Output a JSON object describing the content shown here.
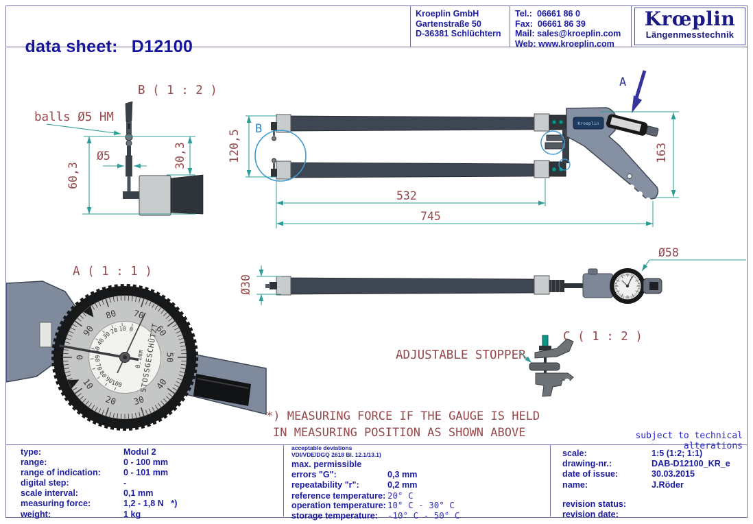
{
  "header": {
    "title_label": "data sheet:",
    "title_value": "D12100",
    "company": {
      "name": "Kroeplin GmbH",
      "street": "Gartenstraße 50",
      "city": "D-36381 Schlüchtern"
    },
    "contact": {
      "tel": "Tel.:  06661 86 0",
      "fax": "Fax:  06661 86 39",
      "mail": "Mail: sales@kroeplin.com",
      "web": "Web: www.kroeplin.com"
    },
    "logo": {
      "brand": "Krœplin",
      "subtitle": "Längenmesstechnik"
    }
  },
  "drawing": {
    "detail_b": {
      "title": "B ( 1 : 2 )",
      "balls_label": "balls Ø5 HM",
      "dim_total_height": "60,3",
      "dim_ball_dia": "Ø5",
      "dim_upper_height": "30,3"
    },
    "top_view": {
      "section_b_label": "B",
      "section_a_label": "A",
      "dim_tip_span": "120,5",
      "dim_arm_length": "532",
      "dim_total_length": "745",
      "dim_body_height": "163",
      "body_brand": "Kroeplin"
    },
    "side_view": {
      "dim_tube_dia": "Ø30",
      "dim_dial_dia": "Ø58"
    },
    "detail_a": {
      "title": "A ( 1 : 1 )",
      "dial_unit": "0.1mm",
      "dial_protect_text": "STOSSGESCHÜTZT",
      "outer_numbers": [
        "0",
        "10",
        "20",
        "30",
        "40",
        "50",
        "60",
        "70",
        "80",
        "90"
      ],
      "inner_numbers": [
        "0",
        "10",
        "20",
        "30",
        "40",
        "50",
        "60",
        "70",
        "80",
        "90",
        "100"
      ]
    },
    "detail_c": {
      "title": "C ( 1 : 2 )",
      "stopper_label": "ADJUSTABLE STOPPER"
    },
    "note_line1": "*) MEASURING FORCE IF THE GAUGE IS HELD",
    "note_line2": "IN MEASURING POSITION AS SHOWN ABOVE",
    "alterations_note": "subject to technical alterations"
  },
  "specs": {
    "rows": [
      {
        "label": "type:",
        "value": "Modul 2"
      },
      {
        "label": "range:",
        "value": "0 - 100 mm"
      },
      {
        "label": "range of indication:",
        "value": "0 - 101 mm"
      },
      {
        "label": "digital step:",
        "value": "-"
      },
      {
        "label": "scale interval:",
        "value": "0,1 mm"
      },
      {
        "label": "measuring force:",
        "value": "1,2 - 1,8 N   *)"
      },
      {
        "label": "weight:",
        "value": "1 kg"
      }
    ]
  },
  "deviations": {
    "small_line1": "acceptable deviations",
    "small_line2": "VDI/VDE/DGQ 2618 Bl. 12.1/13.1)",
    "headline": "max. permissible",
    "rows": [
      {
        "label": "errors \"G\":",
        "value": "0,3 mm"
      },
      {
        "label": "repeatability \"r\":",
        "value": "0,2 mm"
      }
    ],
    "temp_rows": [
      {
        "label": "reference temperature:",
        "value": "20° C"
      },
      {
        "label": "operation temperature:",
        "value": "10° C - 30° C"
      },
      {
        "label": "storage temperature:",
        "value": "-10° C - 50° C"
      }
    ]
  },
  "meta": {
    "rows": [
      {
        "label": "scale:",
        "value": "1:5 (1:2; 1:1)"
      },
      {
        "label": "drawing-nr.:",
        "value": "DAB-D12100_KR_e"
      },
      {
        "label": "date of issue:",
        "value": "30.03.2015"
      },
      {
        "label": "name:",
        "value": "J.Röder"
      }
    ],
    "revision_rows": [
      {
        "label": "revision status:",
        "value": ""
      },
      {
        "label": "revision date:",
        "value": ""
      }
    ]
  },
  "colors": {
    "text_blue": "#1c1ca0",
    "dim_maroon": "#95494b",
    "line_teal": "#2d9e96",
    "detail_circle_blue": "#3d9ad1",
    "logo_navy": "#1a1a80"
  }
}
